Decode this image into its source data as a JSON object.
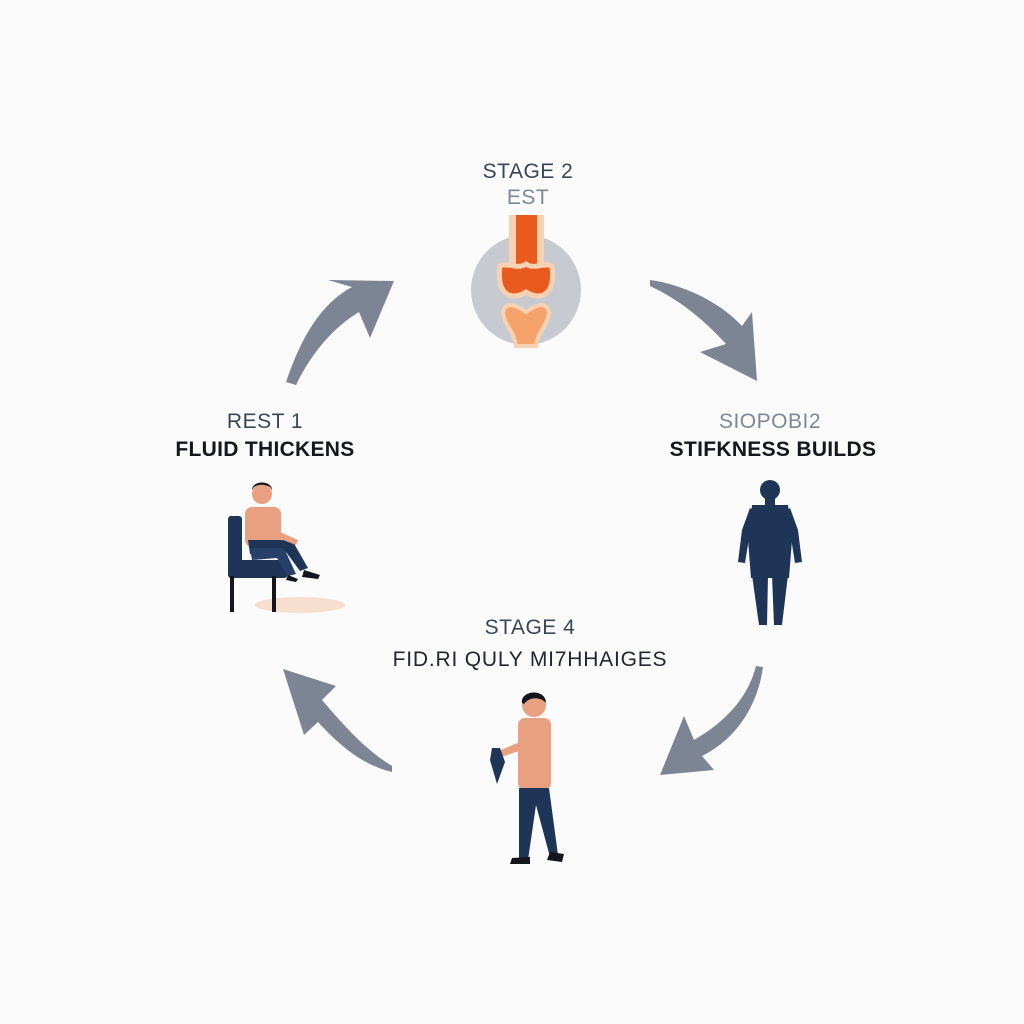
{
  "stages": {
    "top": {
      "label": "STAGE 2",
      "sublabel": "EST",
      "icon": "knee-joint-icon"
    },
    "left": {
      "label": "REST 1",
      "title": "FLUID THICKENS",
      "icon": "seated-person-icon"
    },
    "right": {
      "label": "SIOPOBI2",
      "title": "STIFKNESS BUILDS",
      "icon": "standing-person-icon"
    },
    "bottom": {
      "label": "STAGE 4",
      "title": "FID.RI QULY MI7HHAIGES",
      "icon": "walking-person-icon"
    }
  },
  "colors": {
    "background": "#fbfbfb",
    "arrow": "#7d8494",
    "navy": "#1f3557",
    "skin": "#e8a080",
    "inflammation": "#e95a1e",
    "cartilage": "#f6d2b2",
    "joint_halo": "#c7cad1"
  }
}
